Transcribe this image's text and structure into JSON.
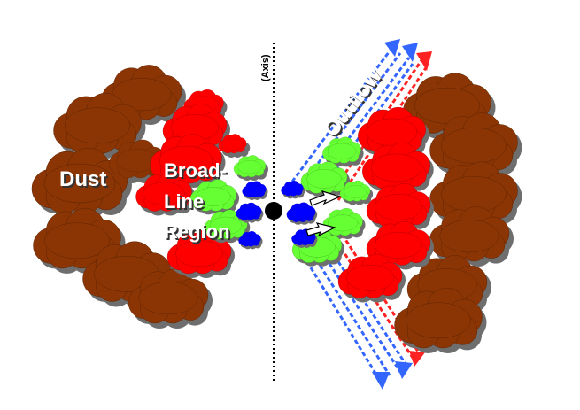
{
  "diagram": {
    "labels": {
      "axis": "(Axis)",
      "outflow": "Outflow",
      "dust": "Dust",
      "blr_line1": "Broad-",
      "blr_line2": "Line",
      "blr_line3": "Region"
    },
    "colors": {
      "dust": "#8B3505",
      "dust_shadow": "#6e6e6e",
      "red_clouds": "#ff0000",
      "green_clouds": "#66ff33",
      "blue_clouds": "#0000ff",
      "arrow_blue": "#3366ff",
      "arrow_red": "#ff2222",
      "axis_line": "#000000",
      "nucleus": "#000000"
    }
  }
}
